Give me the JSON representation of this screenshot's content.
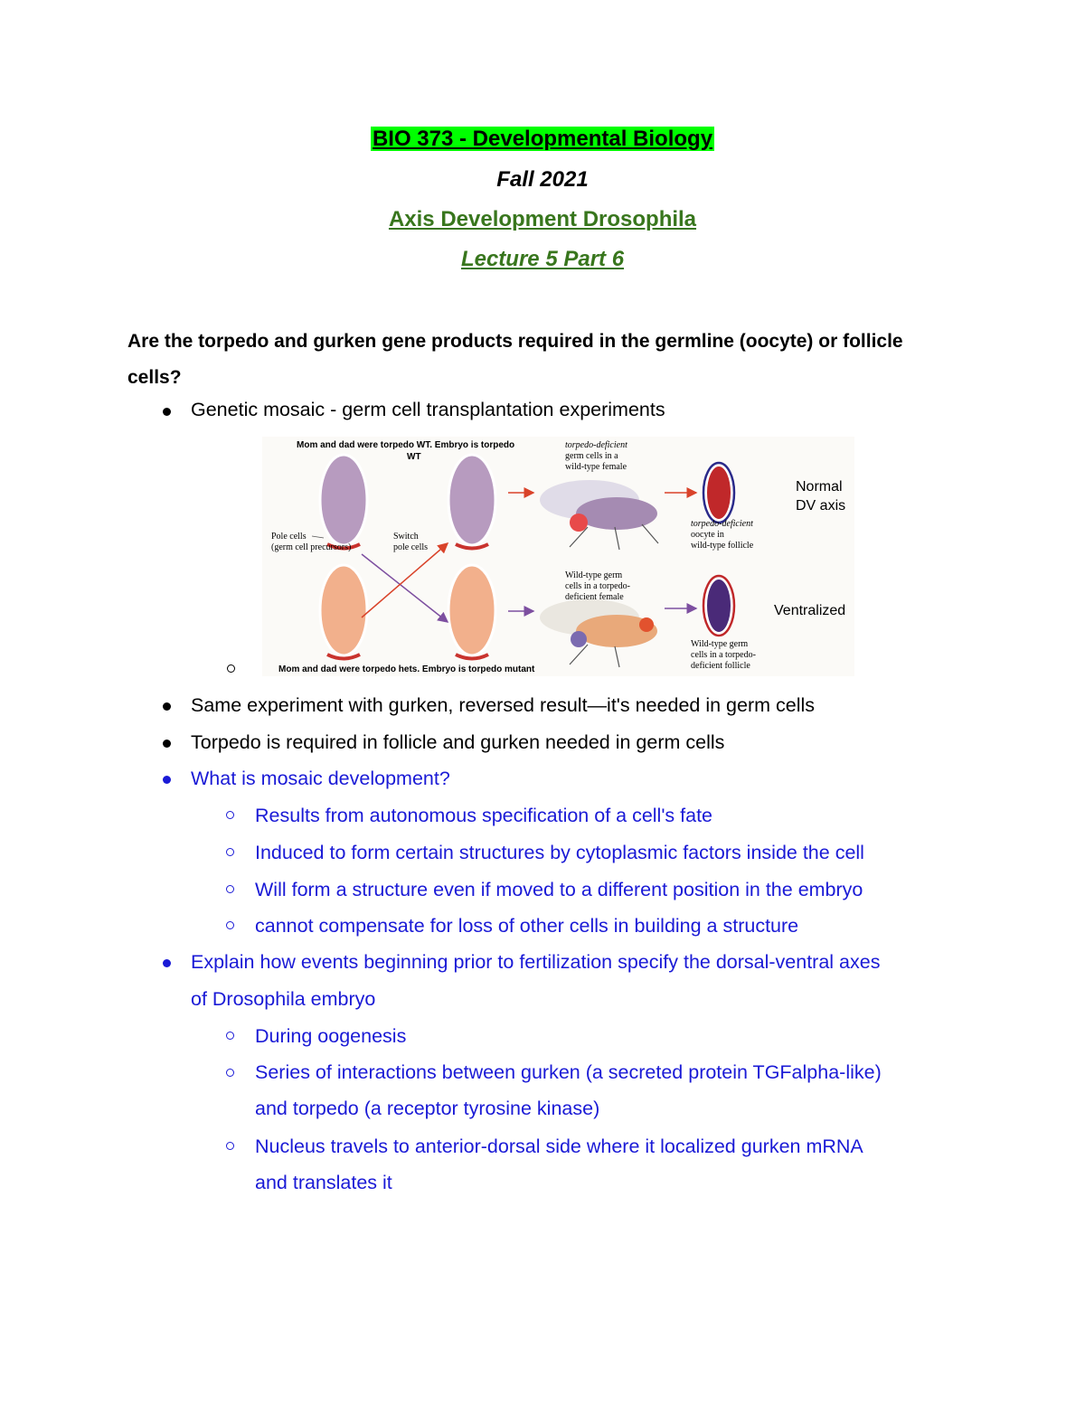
{
  "header": {
    "course": "BIO 373 - Developmental Biology",
    "term": "Fall 2021",
    "topic": "Axis Development Drosophila",
    "lecture": "Lecture 5 Part 6"
  },
  "question": "Are the torpedo and gurken gene products required in the germline (oocyte) or follicle cells?",
  "bullets": {
    "b1": "Genetic mosaic - germ cell transplantation experiments",
    "b2": "Same experiment with gurken, reversed result—it's needed in germ cells",
    "b3": "Torpedo is required in follicle and gurken needed in germ cells",
    "b4": "What is mosaic development?",
    "b4_1": "Results from autonomous specification of a cell's fate",
    "b4_2": "Induced to form certain structures by cytoplasmic factors inside the cell",
    "b4_3": "Will form a structure even if moved to a different position in the embryo",
    "b4_4": "cannot compensate for loss of other cells in building a structure",
    "b5_line1": "Explain how events beginning prior to fertilization specify the dorsal-ventral axes",
    "b5_line2": "of Drosophila embryo",
    "b5_1": "During oogenesis",
    "b5_2_line1": "Series of interactions between gurken (a secreted protein TGFalpha-like)",
    "b5_2_line2": "and torpedo (a receptor tyrosine kinase)",
    "b5_3_line1": "Nucleus travels to anterior-dorsal side where it localized gurken mRNA",
    "b5_3_line2": "and translates it"
  },
  "figure": {
    "top_caption_1": "Mom and dad were torpedo WT. Embryo is torpedo",
    "top_caption_2": "WT",
    "bottom_caption": "Mom and dad were torpedo hets. Embryo is torpedo mutant",
    "pole_cells_1": "Pole cells",
    "pole_cells_2": "(germ cell precursors)",
    "switch_1": "Switch",
    "switch_2": "pole cells",
    "fly1_1": "torpedo-deficient",
    "fly1_2": "germ cells in a",
    "fly1_3": "wild-type female",
    "oocyte1_1": "torpedo-deficient",
    "oocyte1_2": "oocyte in",
    "oocyte1_3": "wild-type follicle",
    "fly2_1": "Wild-type germ",
    "fly2_2": "cells in a torpedo-",
    "fly2_3": "deficient female",
    "oocyte2_1": "Wild-type germ",
    "oocyte2_2": "cells in a torpedo-",
    "oocyte2_3": "deficient follicle",
    "normal_1": "Normal",
    "normal_2": "DV axis",
    "ventralized": "Ventralized",
    "colors": {
      "purple_embryo": "#b79bbf",
      "peach_embryo": "#f2b08c",
      "red_oocyte": "#c0282a",
      "violet_oocyte": "#4a2a78",
      "arrow_red": "#d9432a",
      "arrow_violet": "#7d4fa0"
    }
  },
  "colors": {
    "highlight": "#00ff00",
    "green": "#38761d",
    "blue": "#1a1ad6"
  }
}
